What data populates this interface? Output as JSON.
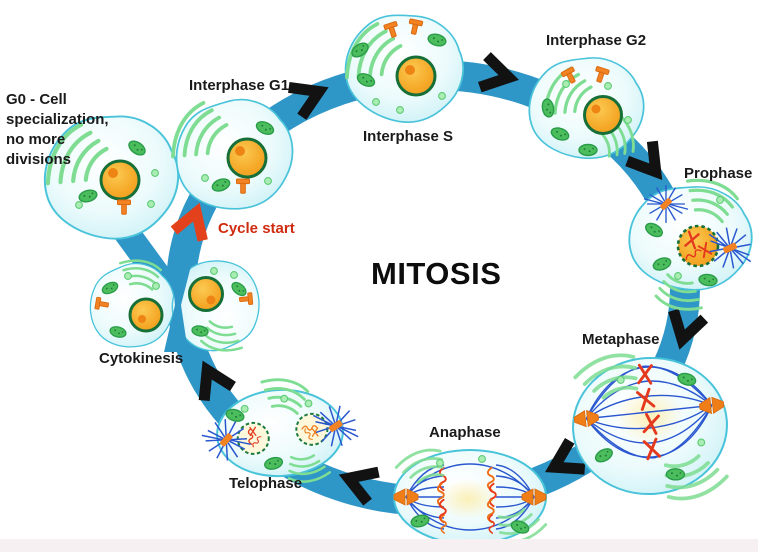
{
  "title": "MITOSIS",
  "g0_note": {
    "lines": [
      "G0 - Cell",
      "specialization,",
      "no more",
      "divisions"
    ]
  },
  "cycle_start": "Cycle start",
  "stages": {
    "interphase_g1": "Interphase G1",
    "interphase_s": "Interphase S",
    "interphase_g2": "Interphase G2",
    "prophase": "Prophase",
    "metaphase": "Metaphase",
    "anaphase": "Anaphase",
    "telophase": "Telophase",
    "cytokinesis": "Cytokinesis"
  },
  "colors": {
    "band": "#2f97c8",
    "chevron": "#121212",
    "cycle_start": "#e2411b",
    "cycle_start_text": "#cf2b10",
    "cell_fill": "#d9f5f8",
    "cell_border": "#49c3da",
    "nucleus": "#f5a827",
    "nucleus_border": "#176f38",
    "er_green": "#7edd92",
    "mitochondria": "#4cbd5d",
    "centriole": "#f28222",
    "spindle": "#2a57d0",
    "chromosome": "#e5391d"
  }
}
